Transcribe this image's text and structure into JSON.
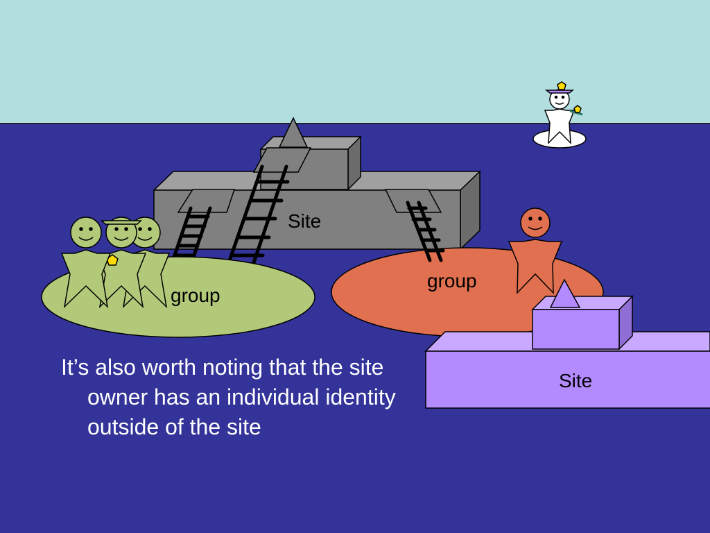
{
  "slide": {
    "sky_color": "#b3dee0",
    "sea_color": "#333399",
    "labels": {
      "gray_site": "Site",
      "green_group": "group",
      "red_group": "group",
      "purple_site": "Site"
    },
    "body_text": "It’s also worth noting that the site owner has an individual identity outside of the site"
  },
  "colors": {
    "gray_site": "#808080",
    "green_group": "#b3c97a",
    "red_group": "#e07050",
    "purple_site": "#b38bff"
  }
}
